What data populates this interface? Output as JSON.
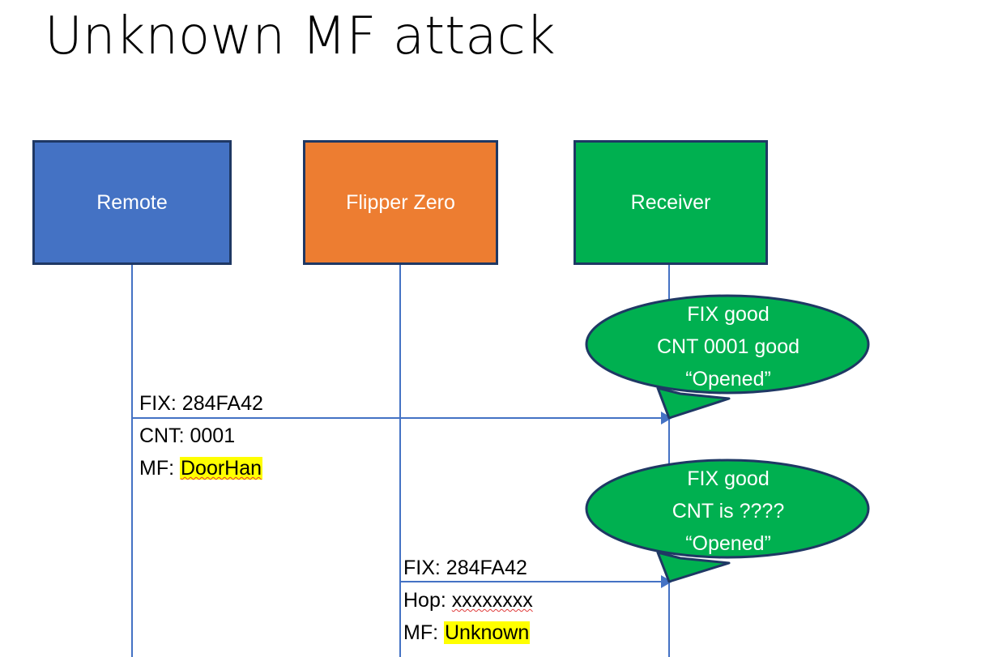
{
  "slide": {
    "title": "Unknown MF attack",
    "background_color": "#FFFFFF"
  },
  "colors": {
    "remote_blue": "#4472C4",
    "flipper_orange": "#ED7D31",
    "receiver_green": "#00B050",
    "box_border_navy": "#1F3864",
    "lifeline_blue": "#4472C4",
    "arrow_blue": "#4472C4",
    "highlight_yellow": "#FFFF00",
    "spellcheck_red": "#E03A3A",
    "text_white": "#FFFFFF",
    "text_black": "#000000"
  },
  "actors": [
    {
      "id": "remote",
      "label": "Remote",
      "fill": "#4472C4"
    },
    {
      "id": "flipper",
      "label": "Flipper Zero",
      "fill": "#ED7D31"
    },
    {
      "id": "receiver",
      "label": "Receiver",
      "fill": "#00B050"
    }
  ],
  "messages": [
    {
      "id": "remote-to-receiver",
      "from": "remote",
      "to": "receiver",
      "lines": [
        {
          "prefix": "FIX: ",
          "value": "284FA42",
          "highlight": false,
          "spellcheck_underline": false
        },
        {
          "prefix": "CNT: ",
          "value": "0001",
          "highlight": false,
          "spellcheck_underline": false
        },
        {
          "prefix": "MF: ",
          "value": "DoorHan",
          "highlight": true,
          "spellcheck_underline": true
        }
      ]
    },
    {
      "id": "flipper-to-receiver",
      "from": "flipper",
      "to": "receiver",
      "lines": [
        {
          "prefix": "FIX: ",
          "value": "284FA42",
          "highlight": false,
          "spellcheck_underline": false
        },
        {
          "prefix": "Hop: ",
          "value": "xxxxxxxx",
          "highlight": false,
          "spellcheck_underline": true
        },
        {
          "prefix": "MF: ",
          "value": "Unknown",
          "highlight": true,
          "spellcheck_underline": false
        }
      ]
    }
  ],
  "bubbles": [
    {
      "id": "bubble-1",
      "for_message": "remote-to-receiver",
      "lines": [
        "FIX good",
        "CNT 0001 good",
        "“Opened”"
      ],
      "fill": "#00B050"
    },
    {
      "id": "bubble-2",
      "for_message": "flipper-to-receiver",
      "lines": [
        "FIX good",
        "CNT is ????",
        "“Opened”"
      ],
      "fill": "#00B050"
    }
  ]
}
